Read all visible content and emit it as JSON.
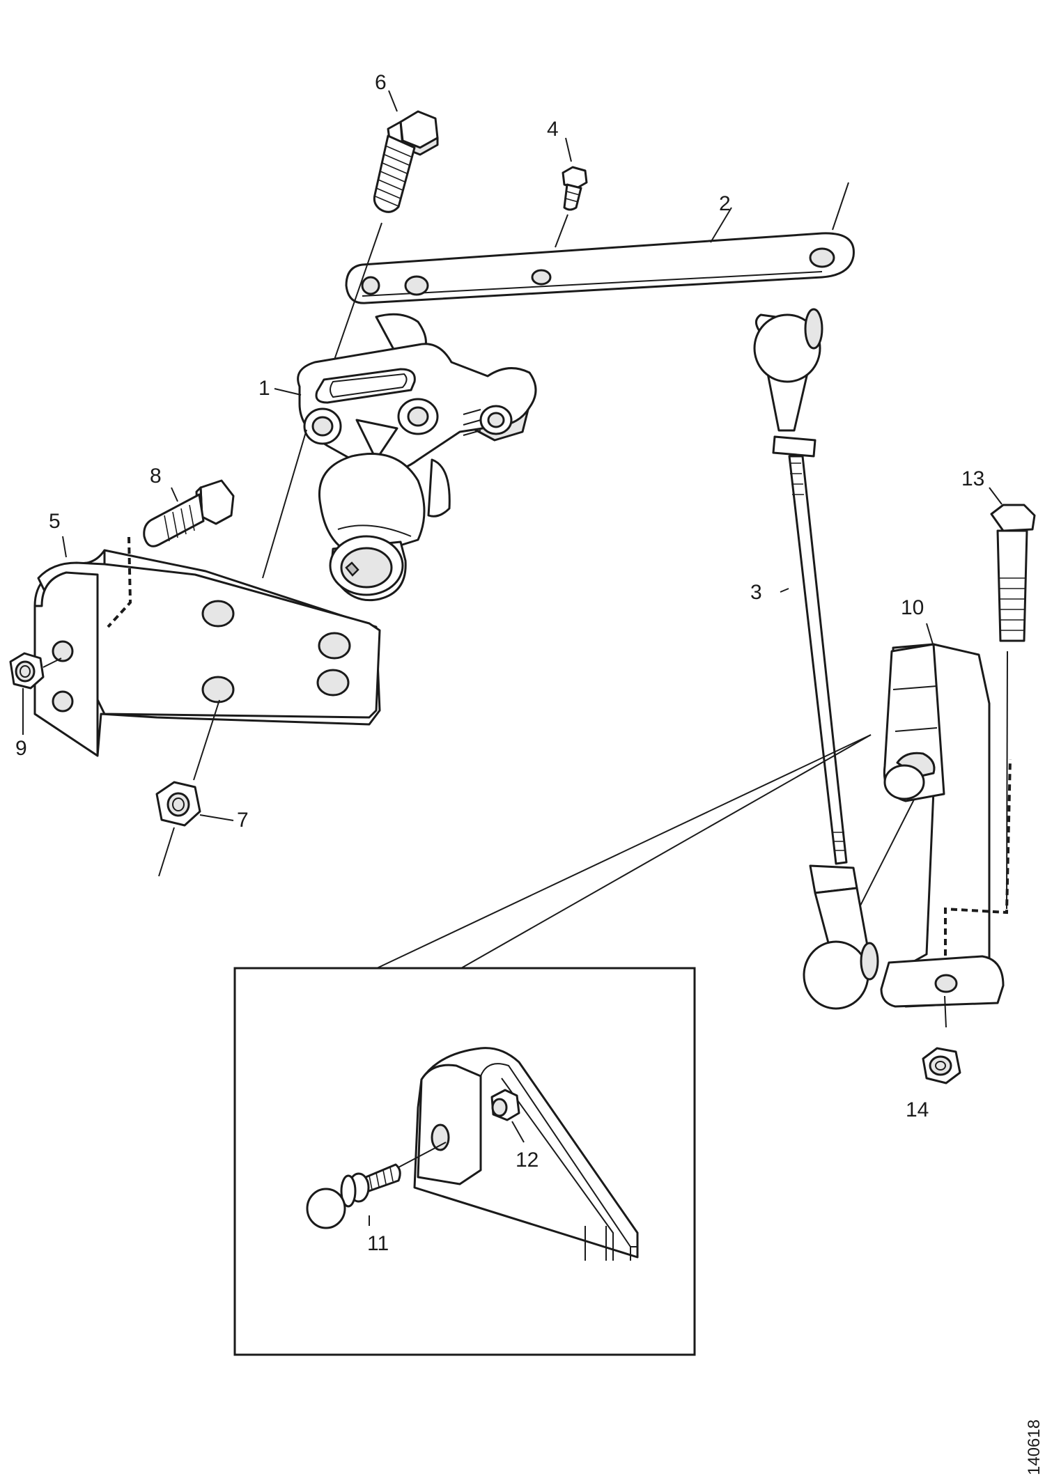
{
  "callouts": {
    "c1": "1",
    "c2": "2",
    "c3": "3",
    "c4": "4",
    "c5": "5",
    "c6": "6",
    "c7": "7",
    "c8": "8",
    "c9": "9",
    "c10": "10",
    "c11": "11",
    "c12": "12",
    "c13": "13",
    "c14": "14"
  },
  "reference_number": "140618"
}
